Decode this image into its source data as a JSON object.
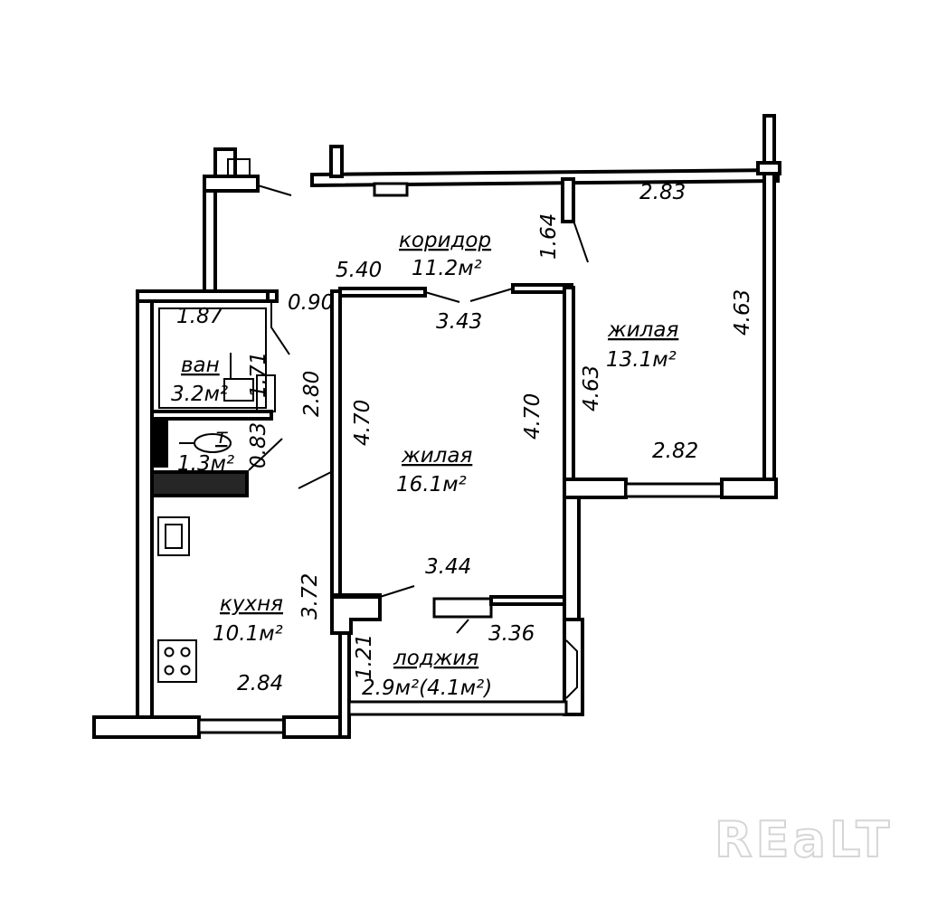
{
  "rooms": {
    "corridor": {
      "name": "коридор",
      "area": "11.2м²"
    },
    "living_big": {
      "name": "жилая",
      "area": "16.1м²"
    },
    "living_small": {
      "name": "жилая",
      "area": "13.1м²"
    },
    "bath": {
      "name": "ван",
      "area": "3.2м²"
    },
    "toilet": {
      "name": "т",
      "area": "1.3м²"
    },
    "kitchen": {
      "name": "кухня",
      "area": "10.1м²"
    },
    "loggia": {
      "name": "лоджия",
      "area": "2.9м²(4.1м²)"
    }
  },
  "dimensions": {
    "corridor_length": "5.40",
    "corridor_gap": "0.90",
    "small_room_top": "2.83",
    "small_room_depth": "1.64",
    "small_room_right": "4.63",
    "small_room_left": "4.63",
    "small_room_bottom": "2.82",
    "big_room_top": "3.43",
    "big_room_left": "4.70",
    "big_room_right": "4.70",
    "big_room_bottom": "3.44",
    "bath_width": "1.87",
    "bath_height": "1.71",
    "hall_side": "2.80",
    "toilet_height": "0.83",
    "kitchen_height": "3.72",
    "kitchen_width": "2.84",
    "loggia_width": "3.36",
    "loggia_depth": "1.21"
  },
  "watermark": "REaLT",
  "colors": {
    "ink": "#000000",
    "paper": "#ffffff",
    "watermark": "#d6d6d6"
  }
}
